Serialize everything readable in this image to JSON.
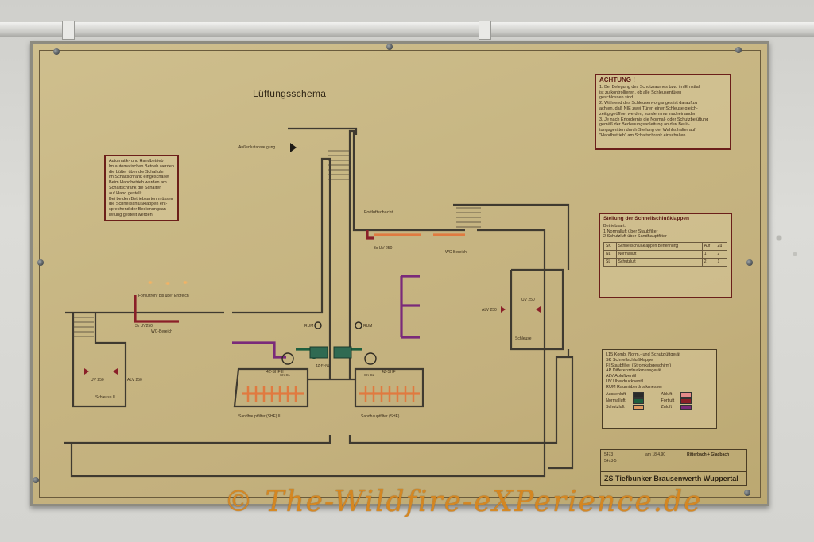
{
  "title": "Lüftungsschema",
  "labels": {
    "aussenluft_ansaugung": "Außenluftansaugung",
    "fortluftschacht": "Fortluftschacht",
    "uv250_top": "3x UV 250",
    "wc_bereich_top": "WC-Bereich",
    "fortluftrohr": "Fortluftrohr bis über Erdreich",
    "uv250_left": "3x UV250",
    "wc_bereich_left": "WC-Bereich",
    "rum_left": "RUM",
    "rum_right": "RUM",
    "alv_right": "ALV 250",
    "uv_right": "UV 250",
    "schleuse_right": "Schleuse I",
    "uv_left": "UV 250",
    "alv_left": "ALV 250",
    "schleuse_left": "Schleuse II",
    "shf_left": "4Z-SHF II",
    "shf_right": "4Z-SHF I",
    "fi_nl": "4Z-FI-NL",
    "sk_left": "SK-SL",
    "sk_right": "SK-SL",
    "sandhaupt_left": "Sandhauptfilter (SHF) II",
    "sandhaupt_right": "Sandhauptfilter (SHF) I"
  },
  "automatik_box": {
    "lines": [
      "Automatik- und Handbetrieb",
      "Im automatischen Betrieb werden",
      "die Lüfter über die Schaltuhr",
      "im Schaltschrank eingeschaltet",
      "Beim Handbetrieb werden am",
      "Schaltschrank die Schalter",
      "auf Hand gestellt.",
      "Bei beiden Betriebsarten müssen",
      "die Schnellschlußklappen ent-",
      "sprechend der Bedienungsan-",
      "leitung gestellt werden."
    ]
  },
  "achtung": {
    "heading": "ACHTUNG !",
    "lines": [
      "1. Bei Belegung des Schutzraumes bzw. im Ernstfall",
      "   ist zu kontrollieren, ob alle Schleusentüren",
      "   geschlossen sind.",
      "2. Während des Schleusenvorganges ist darauf zu",
      "   achten, daß NIE zwei Türen einer Schleuse gleich-",
      "   zeitig geöffnet werden, sondern nur nacheinander.",
      "3. Je nach Erfordernis die Normal- oder Schutzbelüftung",
      "   gemäß der Bedienungsanleitung an den Belüf-",
      "   tungsgeräten durch Stellung der Wahlschalter auf",
      "   \"Handbetrieb\" am Schaltschrank einschalten."
    ]
  },
  "stellung": {
    "heading": "Stellung der Schnellschlußklappen",
    "sub": "Betriebsart:",
    "modes": [
      "1  Normalluft über Staubfilter",
      "2  Schutzluft über Sandhauptfilter"
    ],
    "cols": [
      "SK",
      "Schnellschlußklappen Benennung",
      "Auf",
      "Zu"
    ],
    "rows": [
      [
        "NL",
        "Normalluft",
        "1",
        "2"
      ],
      [
        "SL",
        "Schutzluft",
        "2",
        "1"
      ]
    ]
  },
  "legend": {
    "items": [
      "L15   Komb. Norm.- und Schutzlüftgerät",
      "SK    Schnellschlußklappe",
      "FI    Staubfilter (Stromkabgeschirm)",
      "AP    Differenzdruckmessgerät",
      "ALV   Abluftventil",
      "ÜV    Überdruckventil",
      "RUM   Raumüberdruckmesser"
    ],
    "swatches": [
      {
        "name": "Aussenluft",
        "color": "#2a2a2a"
      },
      {
        "name": "Abluft",
        "color": "#e58a8a"
      },
      {
        "name": "Normalluft",
        "color": "#1e5e3e"
      },
      {
        "name": "Fortluft",
        "color": "#8a1f28"
      },
      {
        "name": "Schutzluft",
        "color": "#e09a60"
      },
      {
        "name": "Zuluft",
        "color": "#7a2a7a"
      }
    ]
  },
  "titleblock": {
    "firm": "Ritterbach + Gladbach",
    "date": "am 18.4.90",
    "no1": "5473",
    "no2": "5473-5",
    "main": "ZS Tiefbunker Brausenwerth Wuppertal"
  },
  "watermark": "© The-Wildfire-eXPerience.de",
  "colors": {
    "fortluft": "#8a1f28",
    "schutzluft": "#e07a40",
    "normalluft": "#1e5e3e",
    "zuluft": "#7a2a7a",
    "wall_line": "#3f3a30"
  }
}
